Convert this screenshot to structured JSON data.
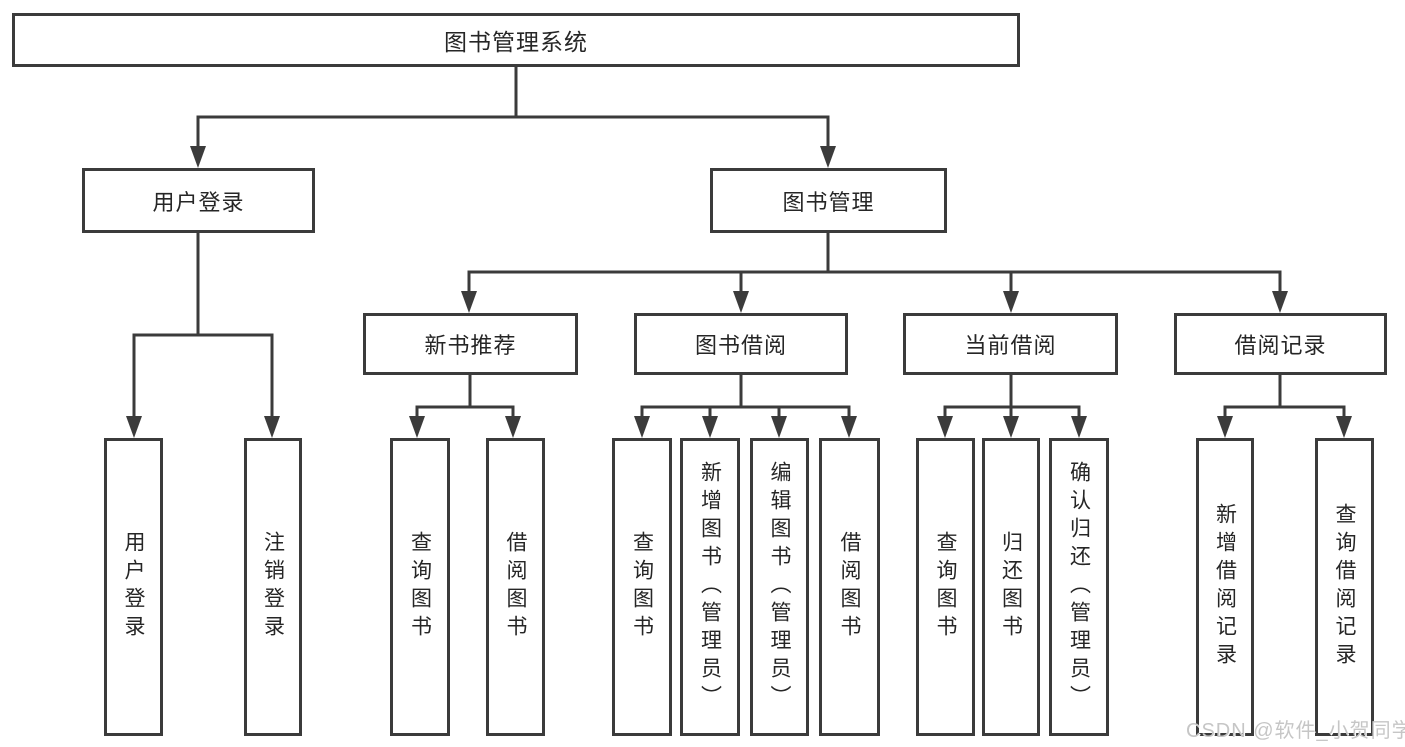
{
  "tree": {
    "label": "图书管理系统",
    "children": [
      {
        "label": "用户登录",
        "children": [
          {
            "label": "用户登录"
          },
          {
            "label": "注销登录"
          }
        ]
      },
      {
        "label": "图书管理",
        "children": [
          {
            "label": "新书推荐",
            "children": [
              {
                "label": "查询图书"
              },
              {
                "label": "借阅图书"
              }
            ]
          },
          {
            "label": "图书借阅",
            "children": [
              {
                "label": "查询图书"
              },
              {
                "label": "新增图书（管理员）"
              },
              {
                "label": "编辑图书（管理员）"
              },
              {
                "label": "借阅图书"
              }
            ]
          },
          {
            "label": "当前借阅",
            "children": [
              {
                "label": "查询图书"
              },
              {
                "label": "归还图书"
              },
              {
                "label": "确认归还（管理员）"
              }
            ]
          },
          {
            "label": "借阅记录",
            "children": [
              {
                "label": "新增借阅记录"
              },
              {
                "label": "查询借阅记录"
              }
            ]
          }
        ]
      }
    ]
  },
  "watermark": "CSDN @软件_小贺同学",
  "colors": {
    "line": "#3b3b3b",
    "box_border": "#3b3b3b",
    "box_fill": "#ffffff",
    "text": "#262626",
    "background": "#ffffff",
    "watermark": "#c6c6c6"
  }
}
